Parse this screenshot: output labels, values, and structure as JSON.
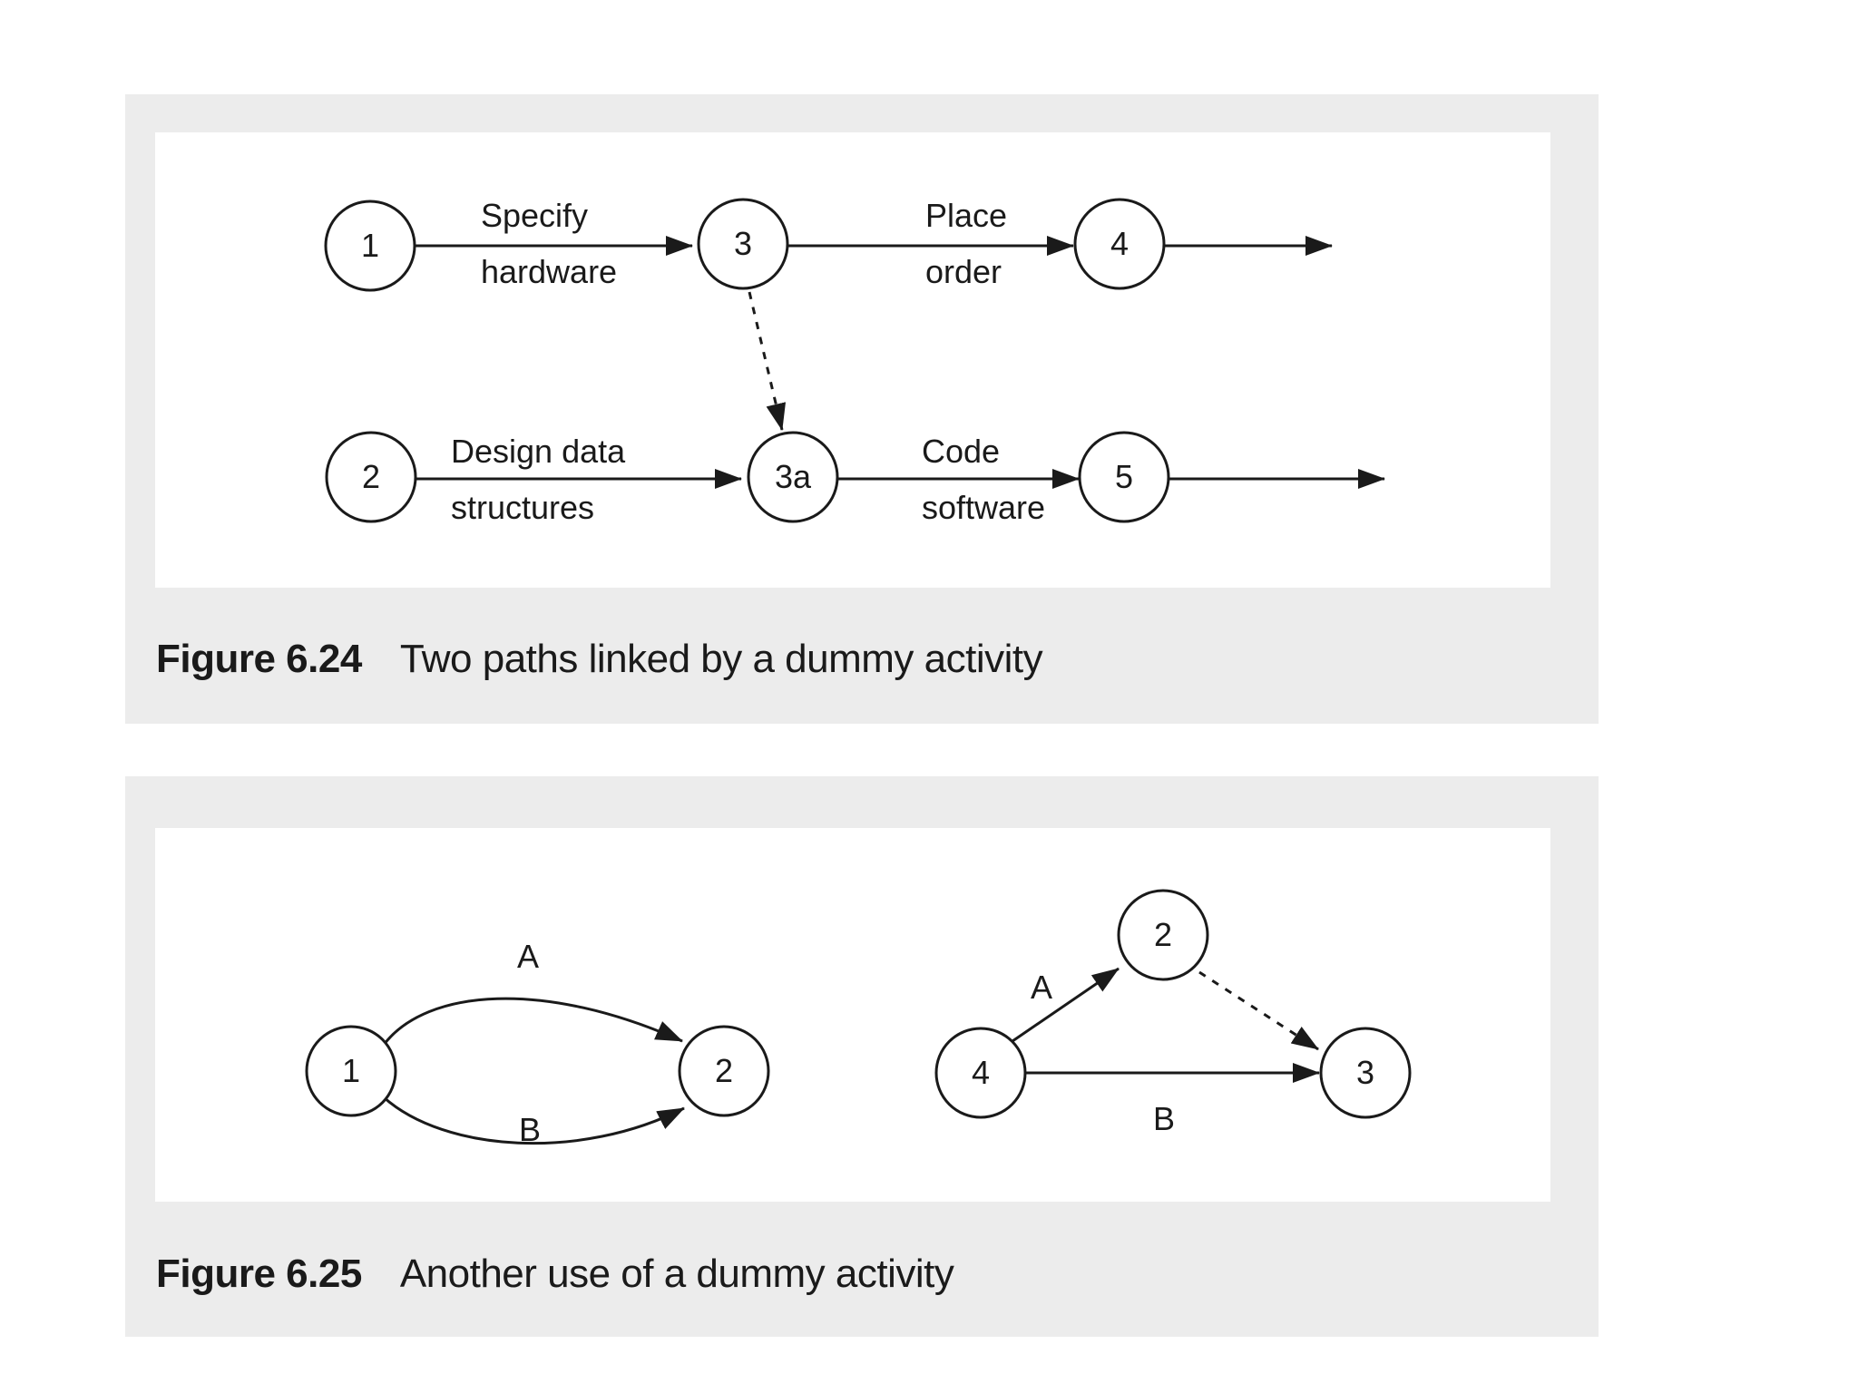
{
  "figure_a": {
    "caption_number": "Figure 6.24",
    "caption_text": "Two paths linked by a dummy activity",
    "nodes": {
      "n1": "1",
      "n3": "3",
      "n4": "4",
      "n2": "2",
      "n3a": "3a",
      "n5": "5"
    },
    "activities": {
      "specify_hardware": [
        "Specify",
        "hardware"
      ],
      "place_order": [
        "Place",
        "order"
      ],
      "design_data_structures": [
        "Design data",
        "structures"
      ],
      "code_software": [
        "Code",
        "software"
      ]
    }
  },
  "figure_b": {
    "caption_number": "Figure 6.25",
    "caption_text": "Another use of a dummy activity",
    "left": {
      "nodes": {
        "n1": "1",
        "n2": "2"
      },
      "activities": {
        "a": "A",
        "b": "B"
      }
    },
    "right": {
      "nodes": {
        "n2": "2",
        "n4": "4",
        "n3": "3"
      },
      "activities": {
        "a": "A",
        "b": "B"
      }
    }
  },
  "colors": {
    "ink": "#1a1a1a",
    "panel": "#ececec",
    "paper": "#ffffff"
  }
}
